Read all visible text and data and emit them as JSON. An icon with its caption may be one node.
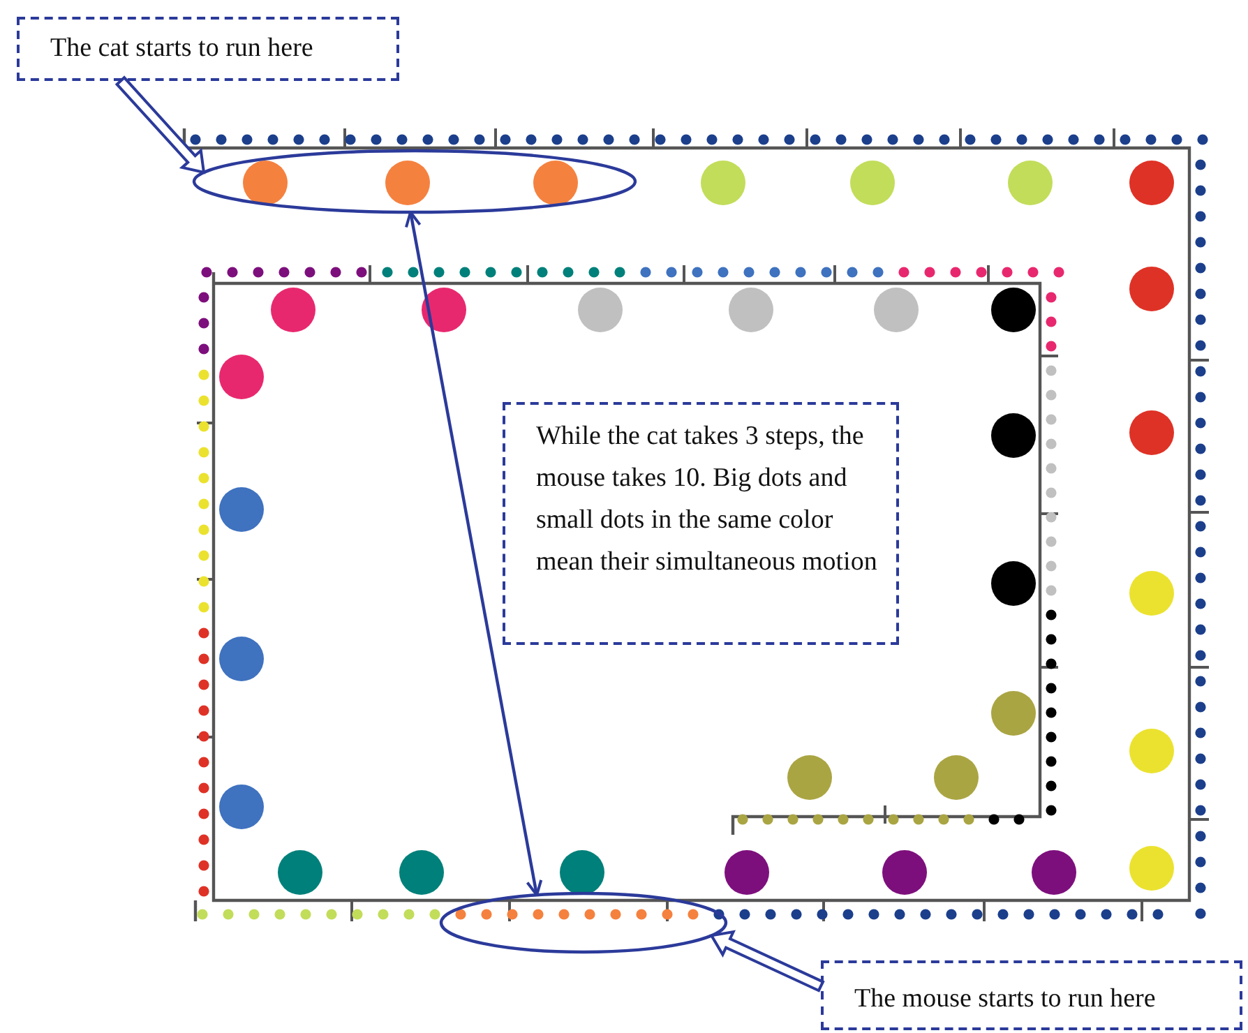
{
  "diagram": {
    "nodes": [
      {
        "text": [
          "The cat starts to run here"
        ]
      },
      {
        "text": [
          "While the cat takes 3 steps, the mouse takes 10. Big dots and small dots in the same color mean their simultaneous motion"
        ]
      },
      {
        "text": [
          "The mouse starts to run here"
        ]
      },
      {
        "text": [],
        "shape": "ellipse"
      },
      {
        "text": [],
        "shape": "ellipse"
      }
    ],
    "edges": [
      {
        "from": 0,
        "to": 3,
        "arrow": "to",
        "style": "thick"
      },
      {
        "from": 2,
        "to": 4,
        "arrow": "to",
        "style": "thick"
      },
      {
        "from": 3,
        "to": 4,
        "arrow": "both"
      }
    ]
  }
}
